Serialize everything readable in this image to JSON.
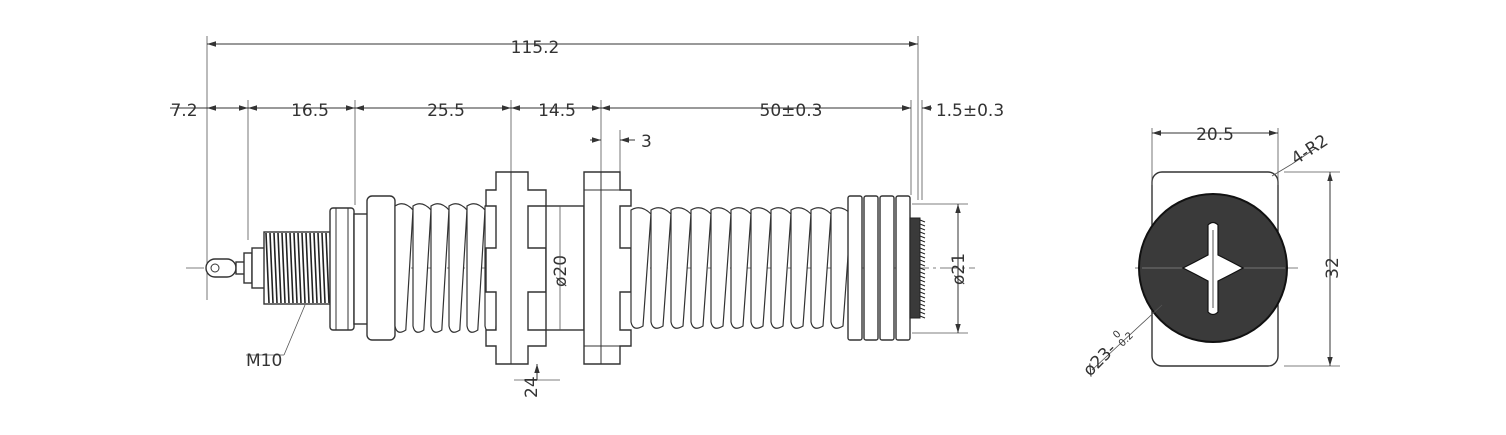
{
  "dimensions": {
    "overall_length": "115.2",
    "d1": "7.2",
    "d2": "16.5",
    "d3": "25.5",
    "d4": "14.5",
    "d5": "50±0.3",
    "d6": "1.5±0.3",
    "flange_width": "3",
    "thread": "M10",
    "dia_body": "ø20",
    "dia_cap": "ø21",
    "flange_height": "24",
    "end_width": "20.5",
    "end_height": "32",
    "corner_radius": "4-R2",
    "end_diameter_main": "ø23-",
    "end_diameter_tol_upper": "0",
    "end_diameter_tol_lower": "0.2"
  },
  "colors": {
    "line": "#333333",
    "fill_dark": "#3a3a3a",
    "background": "#ffffff"
  }
}
